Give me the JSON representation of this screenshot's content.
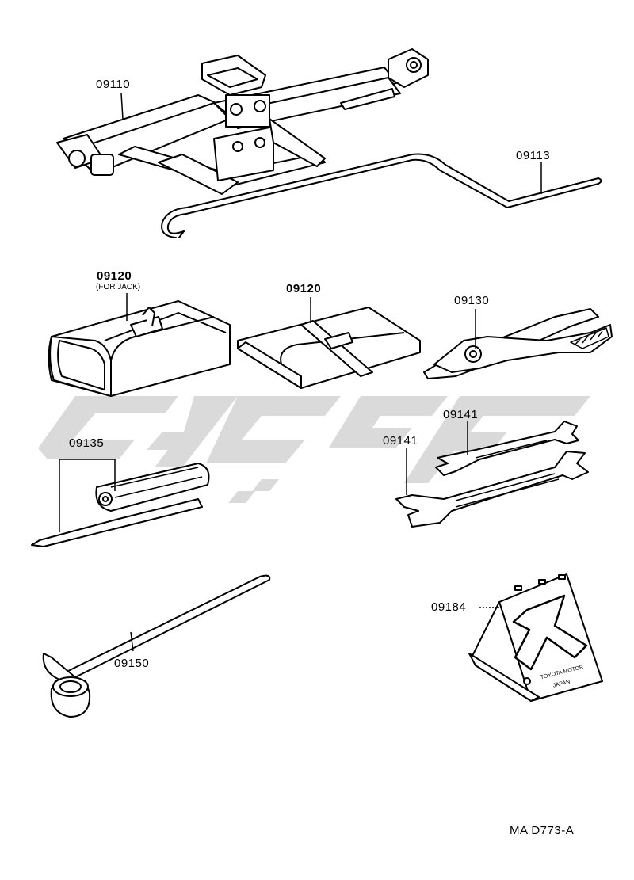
{
  "labels": {
    "jack": "09110",
    "jack_handle": "09113",
    "jack_bag": "09120",
    "jack_bag_note": "(FOR JACK)",
    "tool_bag": "09120",
    "pliers": "09130",
    "screwdriver": "09135",
    "wrench_small": "09141",
    "wrench_large": "09141",
    "lug_wrench": "09150",
    "wheel_chock": "09184"
  },
  "chock_text": {
    "line1": "TOYOTA MOTOR",
    "line2": "JAPAN"
  },
  "footer": {
    "code": "MA D773-A"
  },
  "colors": {
    "ink": "#000000",
    "watermark": "#d9d9d9",
    "background": "#ffffff"
  }
}
